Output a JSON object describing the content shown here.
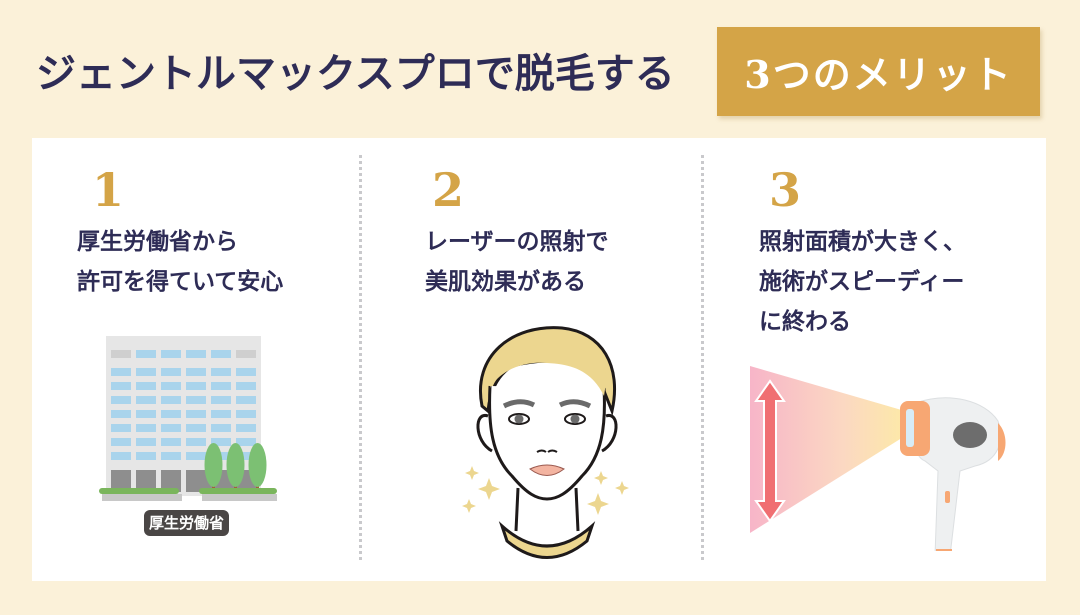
{
  "header": {
    "title": "ジェントルマックスプロで脱毛する",
    "badge": "3つのメリット"
  },
  "colors": {
    "background": "#fbf1d9",
    "card": "#ffffff",
    "title_text": "#2e2c56",
    "accent_gold": "#d4a447",
    "divider": "#c9c9cc"
  },
  "merits": [
    {
      "number": "1",
      "text": "厚生労働省から\n許可を得ていて安心",
      "illustration": "government-building-icon",
      "illustration_label": "厚生労働省"
    },
    {
      "number": "2",
      "text": "レーザーの照射で\n美肌効果がある",
      "illustration": "sparkling-face-icon"
    },
    {
      "number": "3",
      "text": "照射面積が大きく、\n施術がスピーディー\nに終わる",
      "illustration": "laser-device-icon"
    }
  ]
}
